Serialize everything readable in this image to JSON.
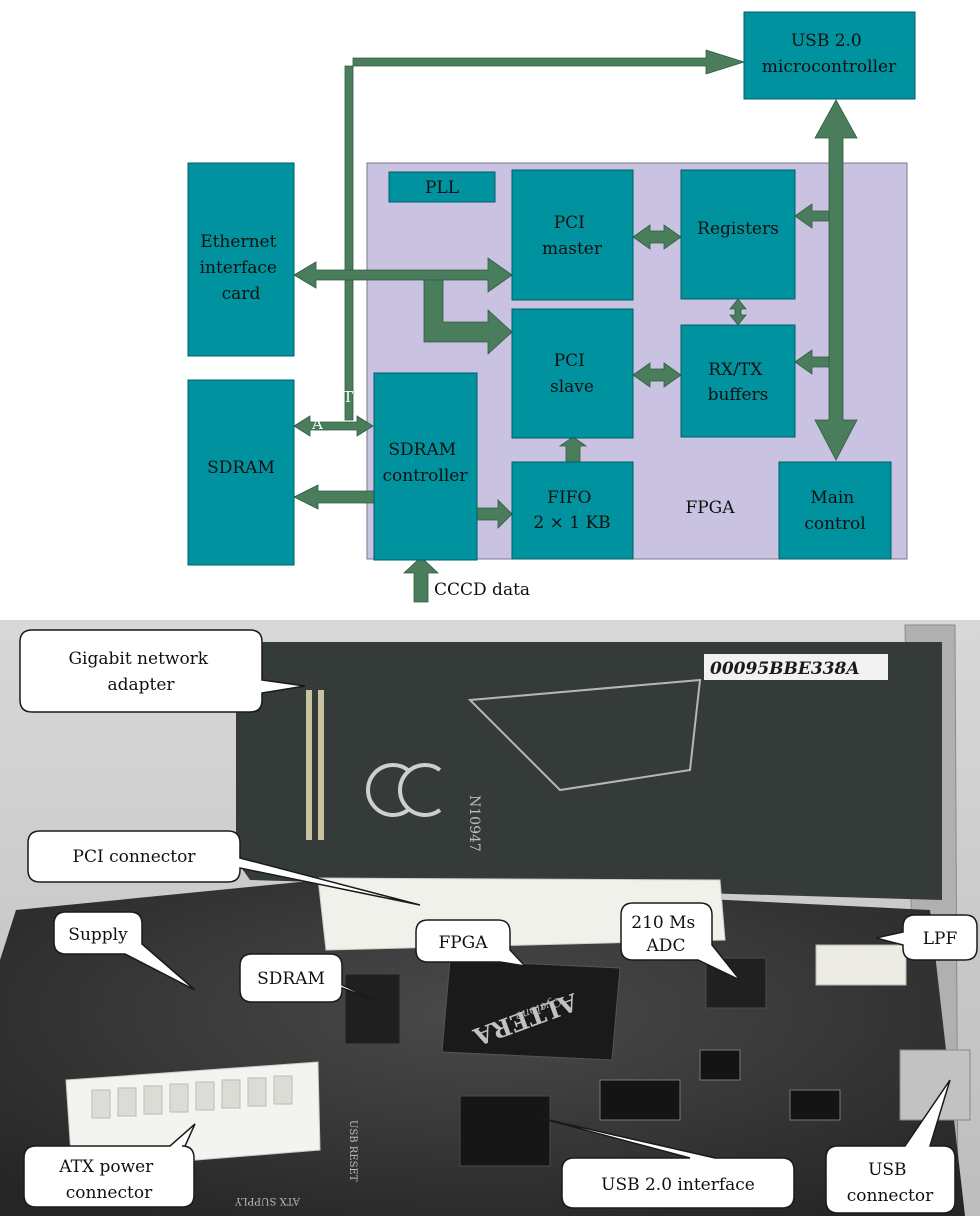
{
  "block_diagram": {
    "colors": {
      "block_fill": "#00929e",
      "block_stroke": "#005f66",
      "fpga_bg": "#c9c2e1",
      "arrow": "#4a7d5c",
      "text": "#101010"
    },
    "fpga_label": "FPGA",
    "blocks": {
      "usb_micro": [
        "USB 2.0",
        "microcontroller"
      ],
      "ethernet": [
        "Ethernet",
        "interface",
        "card"
      ],
      "sdram": [
        "SDRAM"
      ],
      "pll": [
        "PLL"
      ],
      "pci_master": [
        "PCI",
        "master"
      ],
      "pci_slave": [
        "PCI",
        "slave"
      ],
      "registers": [
        "Registers"
      ],
      "rxtx": [
        "RX/TX",
        "buffers"
      ],
      "sdram_ctrl": [
        "SDRAM",
        "controller"
      ],
      "fifo": [
        "FIFO",
        "2 × 1 KB"
      ],
      "main_control": [
        "Main",
        "control"
      ]
    },
    "input_label": "CCCD data",
    "stray_labels": {
      "a": "A",
      "t": "T"
    }
  },
  "photo": {
    "colors": {
      "pcb_dark": "#2e2e2e",
      "pcb_top": "#3a3a3a",
      "background": "#cfcfcf"
    },
    "board_texts": {
      "serial": "00095BBE338A",
      "cert_n": "N10947",
      "chip_brand": "ALTERA",
      "chip_series": "Cyclone",
      "usb_reset": "USB RESET",
      "atx_supply": "ATX SUPPLY"
    },
    "callouts": {
      "gigabit": [
        "Gigabit network",
        "adapter"
      ],
      "pci_connector": [
        "PCI connector"
      ],
      "supply": [
        "Supply"
      ],
      "fpga": [
        "FPGA"
      ],
      "sdram": [
        "SDRAM"
      ],
      "adc": [
        "210 Ms",
        "ADC"
      ],
      "lpf": [
        "LPF"
      ],
      "atx": [
        "ATX power",
        "connector"
      ],
      "usb_interface": [
        "USB 2.0 interface"
      ],
      "usb_connector": [
        "USB",
        "connector"
      ]
    }
  }
}
